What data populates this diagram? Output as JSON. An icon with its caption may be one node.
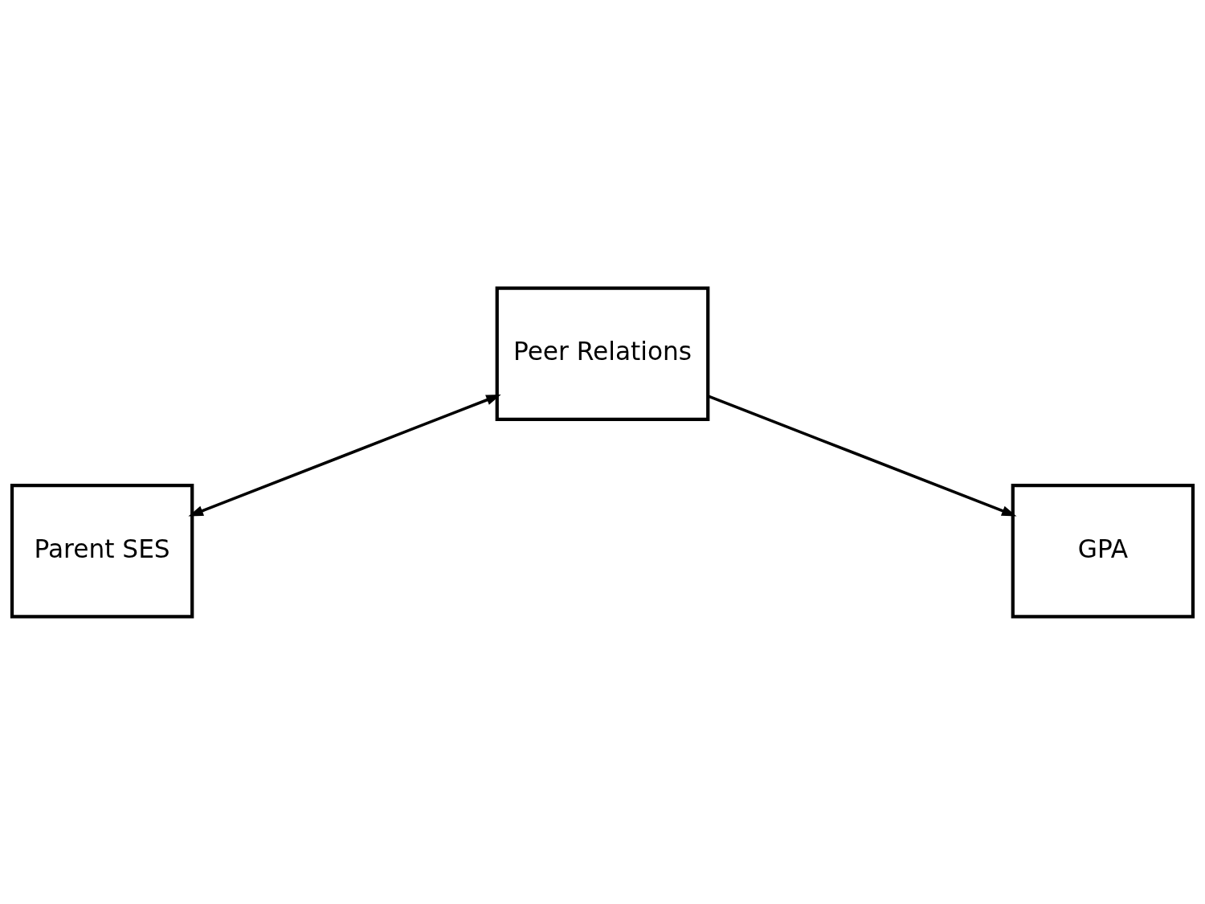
{
  "diagram": {
    "nodes": [
      {
        "text": [
          "Peer Relations"
        ]
      },
      {
        "text": [
          "Parent SES"
        ]
      },
      {
        "text": [
          "GPA"
        ]
      }
    ],
    "edges": [
      {
        "from": 1,
        "to": 0,
        "arrow": "both"
      },
      {
        "from": 0,
        "to": 2,
        "arrow": "to"
      }
    ]
  }
}
